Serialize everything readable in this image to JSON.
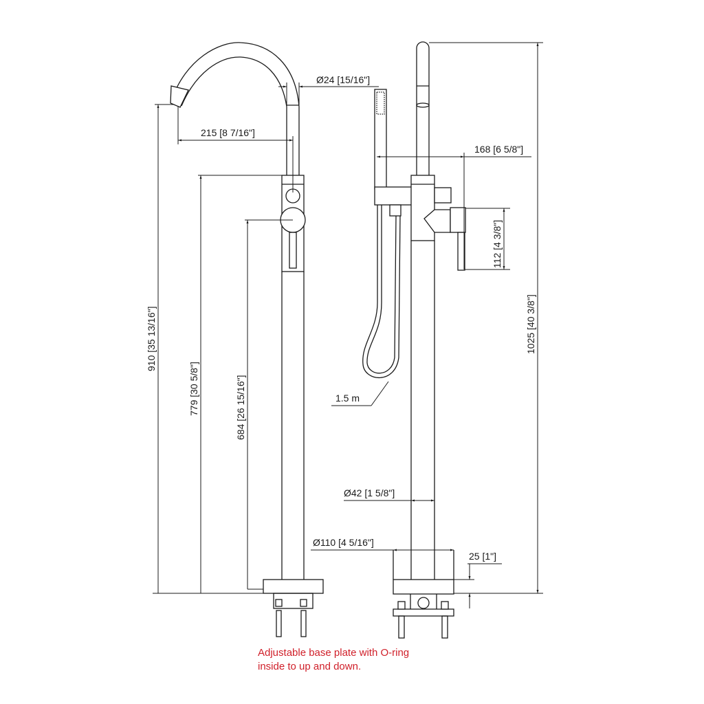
{
  "dimensions": {
    "pipe_diameter": "Ø24 [15/16\"]",
    "spout_reach": "215 [8 7/16\"]",
    "spout_height": "910 [35 13/16\"]",
    "body_height": "779 [30 5/8\"]",
    "handle_height": "684 [26 15/16\"]",
    "handshower_reach": "168 [6 5/8\"]",
    "handle_length": "112 [4 3/8\"]",
    "total_height": "1025 [40 3/8\"]",
    "hose_length": "1.5 m",
    "column_diameter": "Ø42 [1 5/8\"]",
    "base_diameter": "Ø110 [4 5/16\"]",
    "base_thickness": "25 [1\"]"
  },
  "note": {
    "line1": "Adjustable base plate with O-ring",
    "line2": "inside to up and down.",
    "color": "#d0202a"
  }
}
